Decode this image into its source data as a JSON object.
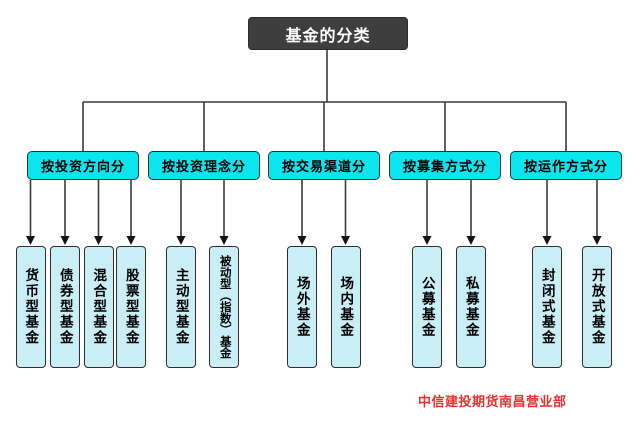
{
  "title": "基金的分类",
  "groups": [
    {
      "label": "按投资方向分",
      "children": [
        {
          "label": "货币型基金"
        },
        {
          "label": "债券型基金"
        },
        {
          "label": "混合型基金"
        },
        {
          "label": "股票型基金"
        }
      ]
    },
    {
      "label": "按投资理念分",
      "children": [
        {
          "label": "主动型基金"
        },
        {
          "label": "被动型（指数）基金"
        }
      ]
    },
    {
      "label": "按交易渠道分",
      "children": [
        {
          "label": "场外基金"
        },
        {
          "label": "场内基金"
        }
      ]
    },
    {
      "label": "按募集方式分",
      "children": [
        {
          "label": "公募基金"
        },
        {
          "label": "私募基金"
        }
      ]
    },
    {
      "label": "按运作方式分",
      "children": [
        {
          "label": "封闭式基金"
        },
        {
          "label": "开放式基金"
        }
      ]
    }
  ],
  "watermark": "中信建投期货南昌营业部",
  "colors": {
    "root_bg": "#3e3e3e",
    "root_text": "#ffffff",
    "category_bg": "#0ae5ee",
    "leaf_bg": "#c9eef5",
    "line": "#3a3a3a",
    "watermark_text": "#e8302f"
  }
}
